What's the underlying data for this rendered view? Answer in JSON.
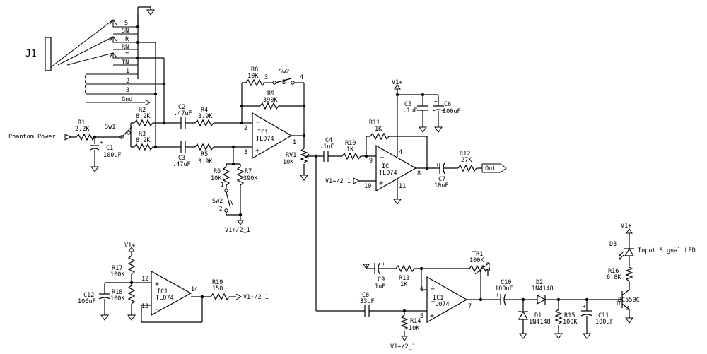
{
  "jack": {
    "name": "J1",
    "pins": [
      "S",
      "SN",
      "R",
      "RN",
      "T",
      "TN",
      "1",
      "2",
      "3",
      "Gnd"
    ]
  },
  "labels": {
    "phantom_power": "Phantom Power",
    "sw1": "Sw1",
    "sw2_top": "Sw2",
    "sw2_bottom": "Sw2",
    "sw2_a": "A",
    "sw2_b": "B",
    "out": "Out",
    "input_led": "Input Signal LED"
  },
  "resistors": {
    "R1": {
      "name": "R1",
      "value": "2.2K"
    },
    "R2": {
      "name": "R2",
      "value": "8.2K"
    },
    "R3": {
      "name": "R3",
      "value": "8.2K"
    },
    "R4": {
      "name": "R4",
      "value": "3.9K"
    },
    "R5": {
      "name": "R5",
      "value": "3.9K"
    },
    "R6": {
      "name": "R6",
      "value": "10K"
    },
    "R7": {
      "name": "R7",
      "value": "390K"
    },
    "R8": {
      "name": "R8",
      "value": "10K"
    },
    "R9": {
      "name": "R9",
      "value": "390K"
    },
    "R10": {
      "name": "R10",
      "value": "1K"
    },
    "R11": {
      "name": "R11",
      "value": "1K"
    },
    "R12": {
      "name": "R12",
      "value": "27K"
    },
    "R13": {
      "name": "R13",
      "value": "1K"
    },
    "R14": {
      "name": "R14",
      "value": "10K"
    },
    "R15": {
      "name": "R15",
      "value": "100K"
    },
    "R16": {
      "name": "R16",
      "value": "6.8K"
    },
    "R17": {
      "name": "R17",
      "value": "100K"
    },
    "R18": {
      "name": "R18",
      "value": "100K"
    },
    "R19": {
      "name": "R19",
      "value": "150"
    },
    "RV1": {
      "name": "RV1",
      "value": "10K"
    },
    "TR1": {
      "name": "TR1",
      "value": "100K"
    }
  },
  "capacitors": {
    "C1": {
      "name": "C1",
      "value": "100uF"
    },
    "C2": {
      "name": "C2",
      "value": ".47uF"
    },
    "C3": {
      "name": "C3",
      "value": ".47uF"
    },
    "C4": {
      "name": "C4",
      "value": ".1uF"
    },
    "C5": {
      "name": "C5",
      "value": ".1uF"
    },
    "C6": {
      "name": "C6",
      "value": "100uF"
    },
    "C7": {
      "name": "C7",
      "value": "10uF"
    },
    "C8": {
      "name": "C8",
      "value": ".33uF"
    },
    "C9": {
      "name": "C9",
      "value": "1uF"
    },
    "C10": {
      "name": "C10",
      "value": "100uF"
    },
    "C11": {
      "name": "C11",
      "value": "100uF"
    },
    "C12": {
      "name": "C12",
      "value": "100uF"
    }
  },
  "semis": {
    "D1": {
      "name": "D1",
      "value": "1N4148"
    },
    "D2": {
      "name": "D2",
      "value": "1N4148"
    },
    "D3": {
      "name": "D3"
    },
    "Q1": {
      "name": "Q1",
      "value": "BC550C"
    }
  },
  "opamps": {
    "main": {
      "name": "IC1",
      "part": "TL074",
      "pins": {
        "inv": "2",
        "noninv": "3",
        "out": "1"
      }
    },
    "second": {
      "name": "IC",
      "part": "TL074",
      "pins": {
        "inv": "9",
        "noninv": "10",
        "out": "8",
        "vplus": "4",
        "vminus": "11"
      }
    },
    "buffer": {
      "name": "IC1",
      "part": "TL074",
      "pins": {
        "noninv": "12",
        "inv": "13",
        "out": "14"
      }
    },
    "meter": {
      "name": "IC1",
      "part": "TL074",
      "pins": {
        "inv": "6",
        "noninv": "5",
        "out": "7"
      }
    }
  },
  "nets": {
    "vplus": "V1+",
    "vhalf": "V1+/2_1"
  },
  "sw2_pins": {
    "p3": "3",
    "p4": "4",
    "p1": "1",
    "p2": "2"
  }
}
